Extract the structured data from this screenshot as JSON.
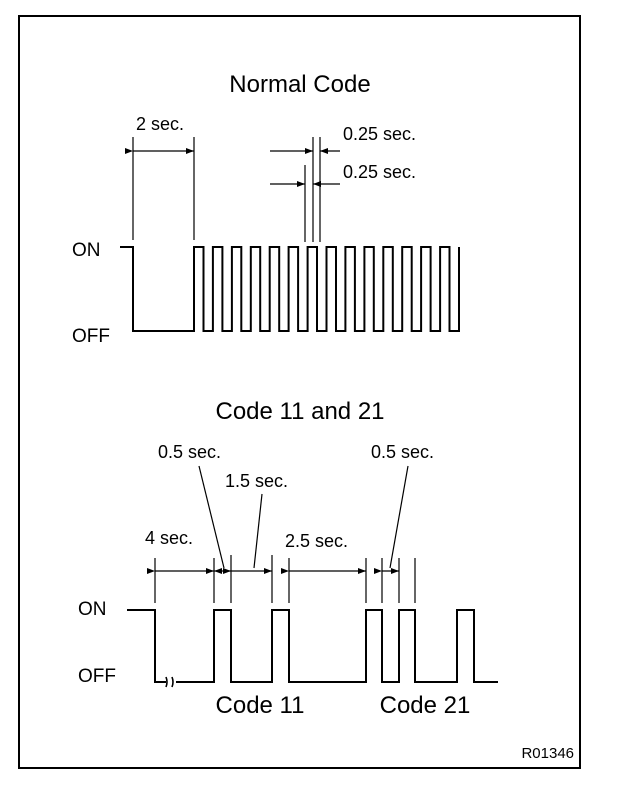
{
  "figure_id": "R01346",
  "normal_code": {
    "title": "Normal Code",
    "on_label": "ON",
    "off_label": "OFF",
    "initial_off_label": "2 sec.",
    "on_time_label": "0.25 sec.",
    "off_time_label": "0.25 sec.",
    "pulse_count": 14
  },
  "code_11_21": {
    "title": "Code 11 and 21",
    "on_label": "ON",
    "off_label": "OFF",
    "start_off_label": "4 sec.",
    "pulse_label": "0.5 sec.",
    "gap_label": "1.5 sec.",
    "separator_label": "2.5 sec.",
    "pulse_label_2": "0.5 sec.",
    "code11_label": "Code 11",
    "code21_label": "Code 21"
  }
}
